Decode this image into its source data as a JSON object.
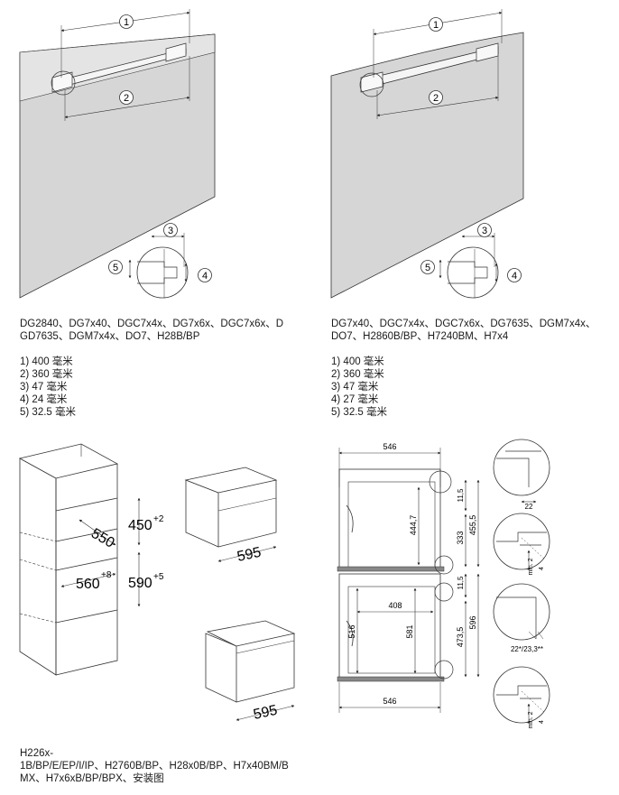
{
  "top_left": {
    "callout_labels": [
      "1",
      "2",
      "3",
      "4",
      "5"
    ],
    "models_line1": "DG2840、DG7x40、DGC7x4x、DG7x6x、DGC7x6x、D",
    "models_line2": "GD7635、DGM7x4x、DO7、H28B/BP",
    "dims": [
      "1) 400 毫米",
      "2) 360 毫米",
      "3) 47 毫米",
      "4) 24 毫米",
      "5) 32.5 毫米"
    ]
  },
  "top_right": {
    "callout_labels": [
      "1",
      "2",
      "3",
      "4",
      "5"
    ],
    "models_line1": "DG7x40、DGC7x4x、DGC7x6x、DG7635、DGM7x4x、",
    "models_line2": "DO7、H2860B/BP、H7240BM、H7x4",
    "dims": [
      "1) 400 毫米",
      "2) 360 毫米",
      "3) 47 毫米",
      "4) 27 毫米",
      "5) 32.5 毫米"
    ]
  },
  "bottom_left": {
    "cabinet_dims": {
      "upper_height": "450",
      "upper_tol": "+2",
      "lower_height": "590",
      "lower_tol": "+5",
      "depth": "550",
      "width": "560",
      "width_tol": "+8"
    },
    "appliance1_width": "595",
    "appliance2_width": "595",
    "models_line1": "H226x-",
    "models_line2": "1B/BP/E/EP/I/IP、H2760B/BP、H28x0B/BP、H7x40BM/B",
    "models_line3": "MX、H7x6xB/BP/BPX、安装图"
  },
  "bottom_right": {
    "top_width": "546",
    "bottom_width": "546",
    "upper_inner_height": "444,7",
    "lower_inner_width": "408",
    "lower_inner_height1": "516",
    "lower_inner_height2": "581",
    "gap_upper": "11,5",
    "right_333": "333",
    "right_455": "455,5",
    "gap_lower": "11,5",
    "right_473": "473,5",
    "right_596": "596",
    "detail_22": "22",
    "detail_min2_a": "min. 2",
    "detail_4_a": "4",
    "detail_angles": "22*/23,3**",
    "detail_min2_b": "min. 2",
    "detail_4_b": "4"
  }
}
